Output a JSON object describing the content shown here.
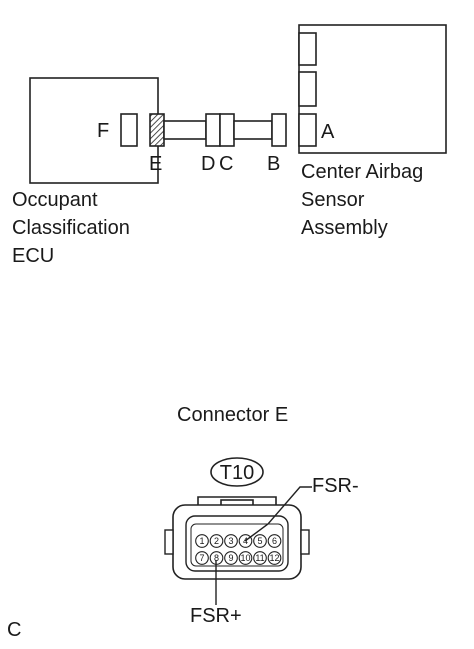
{
  "diagram": {
    "components": {
      "occupant_ecu": {
        "lines": [
          "Occupant",
          "Classification",
          "ECU"
        ]
      },
      "airbag_sensor": {
        "lines": [
          "Center Airbag",
          "Sensor",
          "Assembly"
        ]
      }
    },
    "connector_letters": {
      "f": "F",
      "e": "E",
      "d": "D",
      "c": "C",
      "b": "B",
      "a": "A"
    },
    "connector_detail": {
      "title": "Connector E",
      "id_badge": "T10",
      "pin_label_top": "FSR-",
      "pin_label_bottom": "FSR+",
      "pins_row1": [
        "1",
        "2",
        "3",
        "4",
        "5",
        "6"
      ],
      "pins_row2": [
        "7",
        "8",
        "9",
        "10",
        "11",
        "12"
      ]
    },
    "footer_code": "C"
  }
}
